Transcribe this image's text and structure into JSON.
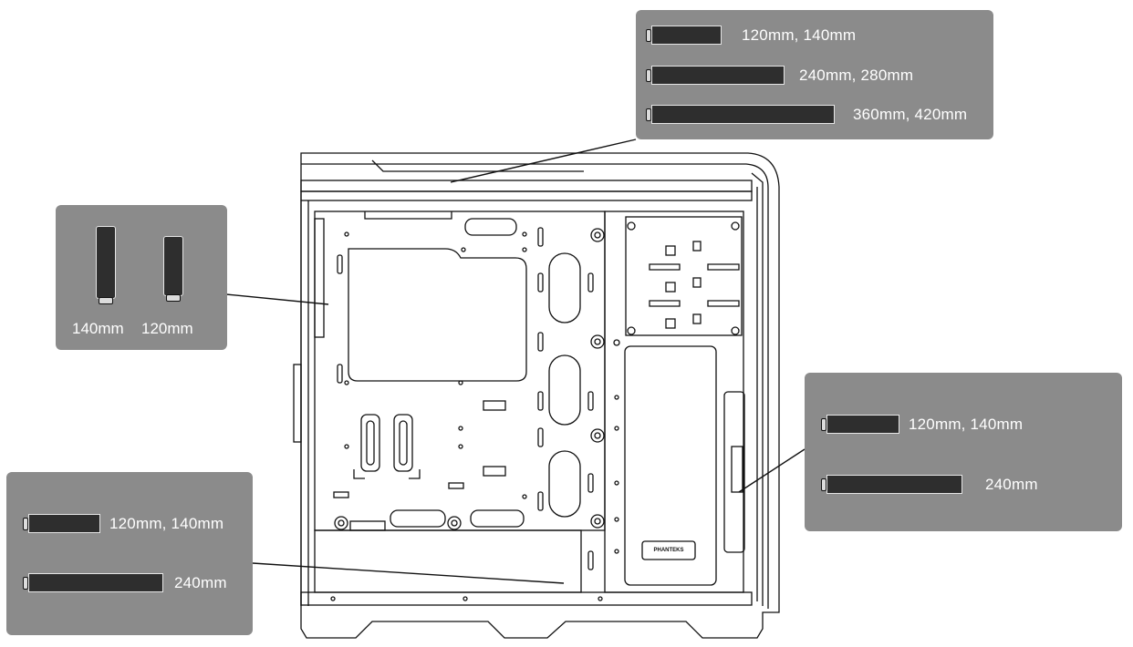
{
  "top_panel": {
    "options": [
      {
        "label": "120mm, 140mm"
      },
      {
        "label": "240mm, 280mm"
      },
      {
        "label": "360mm, 420mm"
      }
    ]
  },
  "left_panel": {
    "fans": [
      {
        "label": "140mm"
      },
      {
        "label": "120mm"
      }
    ]
  },
  "right_panel": {
    "options": [
      {
        "label": "120mm, 140mm"
      },
      {
        "label": "240mm"
      }
    ]
  },
  "bottom_panel": {
    "options": [
      {
        "label": "120mm, 140mm"
      },
      {
        "label": "240mm"
      }
    ]
  },
  "case": {
    "badge_text": "PHANTEKS"
  },
  "colors": {
    "panel_bg": "#8b8b8b",
    "radiator_fill": "#2e2e2e",
    "line": "#111111"
  }
}
